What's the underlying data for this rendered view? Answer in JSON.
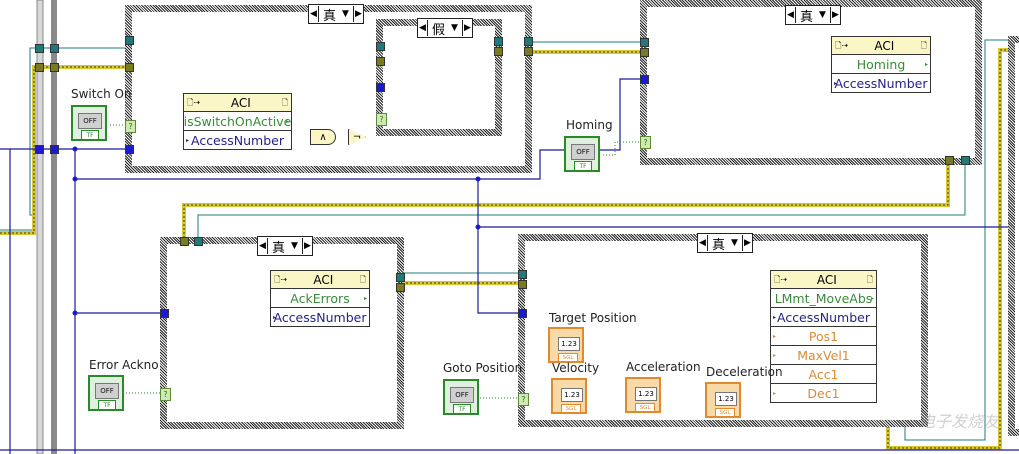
{
  "diagram": {
    "type": "LabVIEW block diagram",
    "case_structures": [
      {
        "id": "switch-on-case",
        "selector": "真"
      },
      {
        "id": "inner-case",
        "selector": "假"
      },
      {
        "id": "homing-case",
        "selector": "真"
      },
      {
        "id": "ack-errors-case",
        "selector": "真"
      },
      {
        "id": "move-abs-case",
        "selector": "真"
      }
    ],
    "aci_nodes": [
      {
        "title": "ACI",
        "method": "isSwitchOnActive",
        "inputs": [
          "AccessNumber"
        ]
      },
      {
        "title": "ACI",
        "method": "Homing",
        "inputs": [
          "AccessNumber"
        ]
      },
      {
        "title": "ACI",
        "method": "AckErrors",
        "inputs": [
          "AccessNumber"
        ]
      },
      {
        "title": "ACI",
        "method": "LMmt_MoveAbs",
        "inputs": [
          "AccessNumber",
          "Pos1",
          "MaxVel1",
          "Acc1",
          "Dec1"
        ]
      }
    ],
    "boolean_controls": [
      {
        "label": "Switch On",
        "state": "OFF",
        "type": "TF"
      },
      {
        "label": "Homing",
        "state": "OFF",
        "type": "TF"
      },
      {
        "label": "Error Ackno",
        "state": "OFF",
        "type": "TF"
      },
      {
        "label": "Goto Position",
        "state": "OFF",
        "type": "TF"
      }
    ],
    "numeric_controls": [
      {
        "label": "Target Position",
        "display": "1.23",
        "type": "SGL"
      },
      {
        "label": "Velocity",
        "display": "1.23",
        "type": "SGL"
      },
      {
        "label": "Acceleration",
        "display": "1.23",
        "type": "SGL"
      },
      {
        "label": "Deceleration",
        "display": "1.23",
        "type": "SGL"
      }
    ],
    "gates": [
      {
        "name": "and-gate",
        "glyph": "∧"
      },
      {
        "name": "not-gate",
        "glyph": "¬"
      }
    ],
    "selector_terminal_glyph": "?",
    "watermark": "电子发烧友",
    "colors": {
      "refnum_wire": "#1f7a7a",
      "error_wire": "#d8c830",
      "int_wire": "#1a1a9a",
      "bool_wire": "#2a8a2a",
      "sgl_wire": "#e08a30",
      "node_header": "#fbf6c6"
    }
  }
}
